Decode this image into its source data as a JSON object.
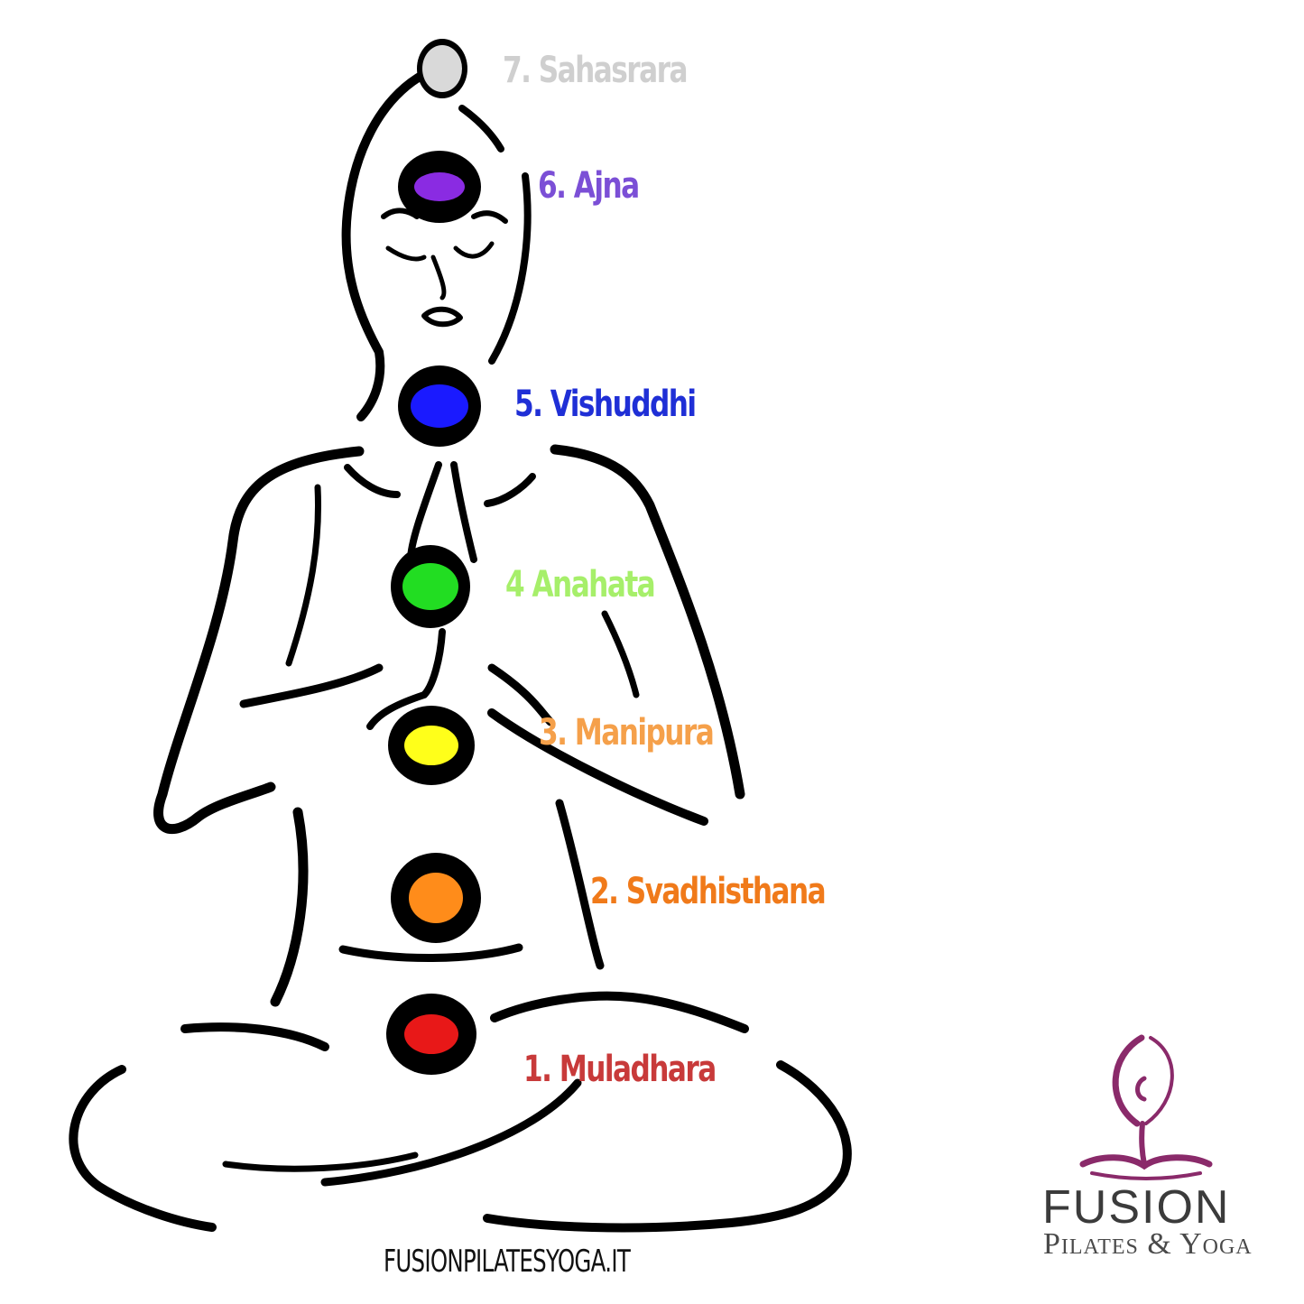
{
  "chakras": [
    {
      "label": "7. Sahasrara",
      "color": "#d9d9d9",
      "text_color": "#cfcfcf"
    },
    {
      "label": "6. Ajna",
      "color": "#8a2be2",
      "text_color": "#7b4fd6"
    },
    {
      "label": "5. Vishuddhi",
      "color": "#1a1aff",
      "text_color": "#1f2fd6"
    },
    {
      "label": "4 Anahata",
      "color": "#22dd22",
      "text_color": "#a6ef6a"
    },
    {
      "label": "3. Manipura",
      "color": "#ffff1a",
      "text_color": "#f5a04a"
    },
    {
      "label": "2. Svadhisthana",
      "color": "#ff8c1a",
      "text_color": "#f07a1a"
    },
    {
      "label": "1. Muladhara",
      "color": "#e81818",
      "text_color": "#c83a3a"
    }
  ],
  "website": "FUSIONPILATESYOGA.IT",
  "brand": {
    "name": "FUSION",
    "subtitle": "Pilates & Yoga",
    "logo_color": "#8a2a6a"
  },
  "icons": {
    "figure": "meditating-figure-icon",
    "logo": "yoga-tree-logo-icon"
  }
}
